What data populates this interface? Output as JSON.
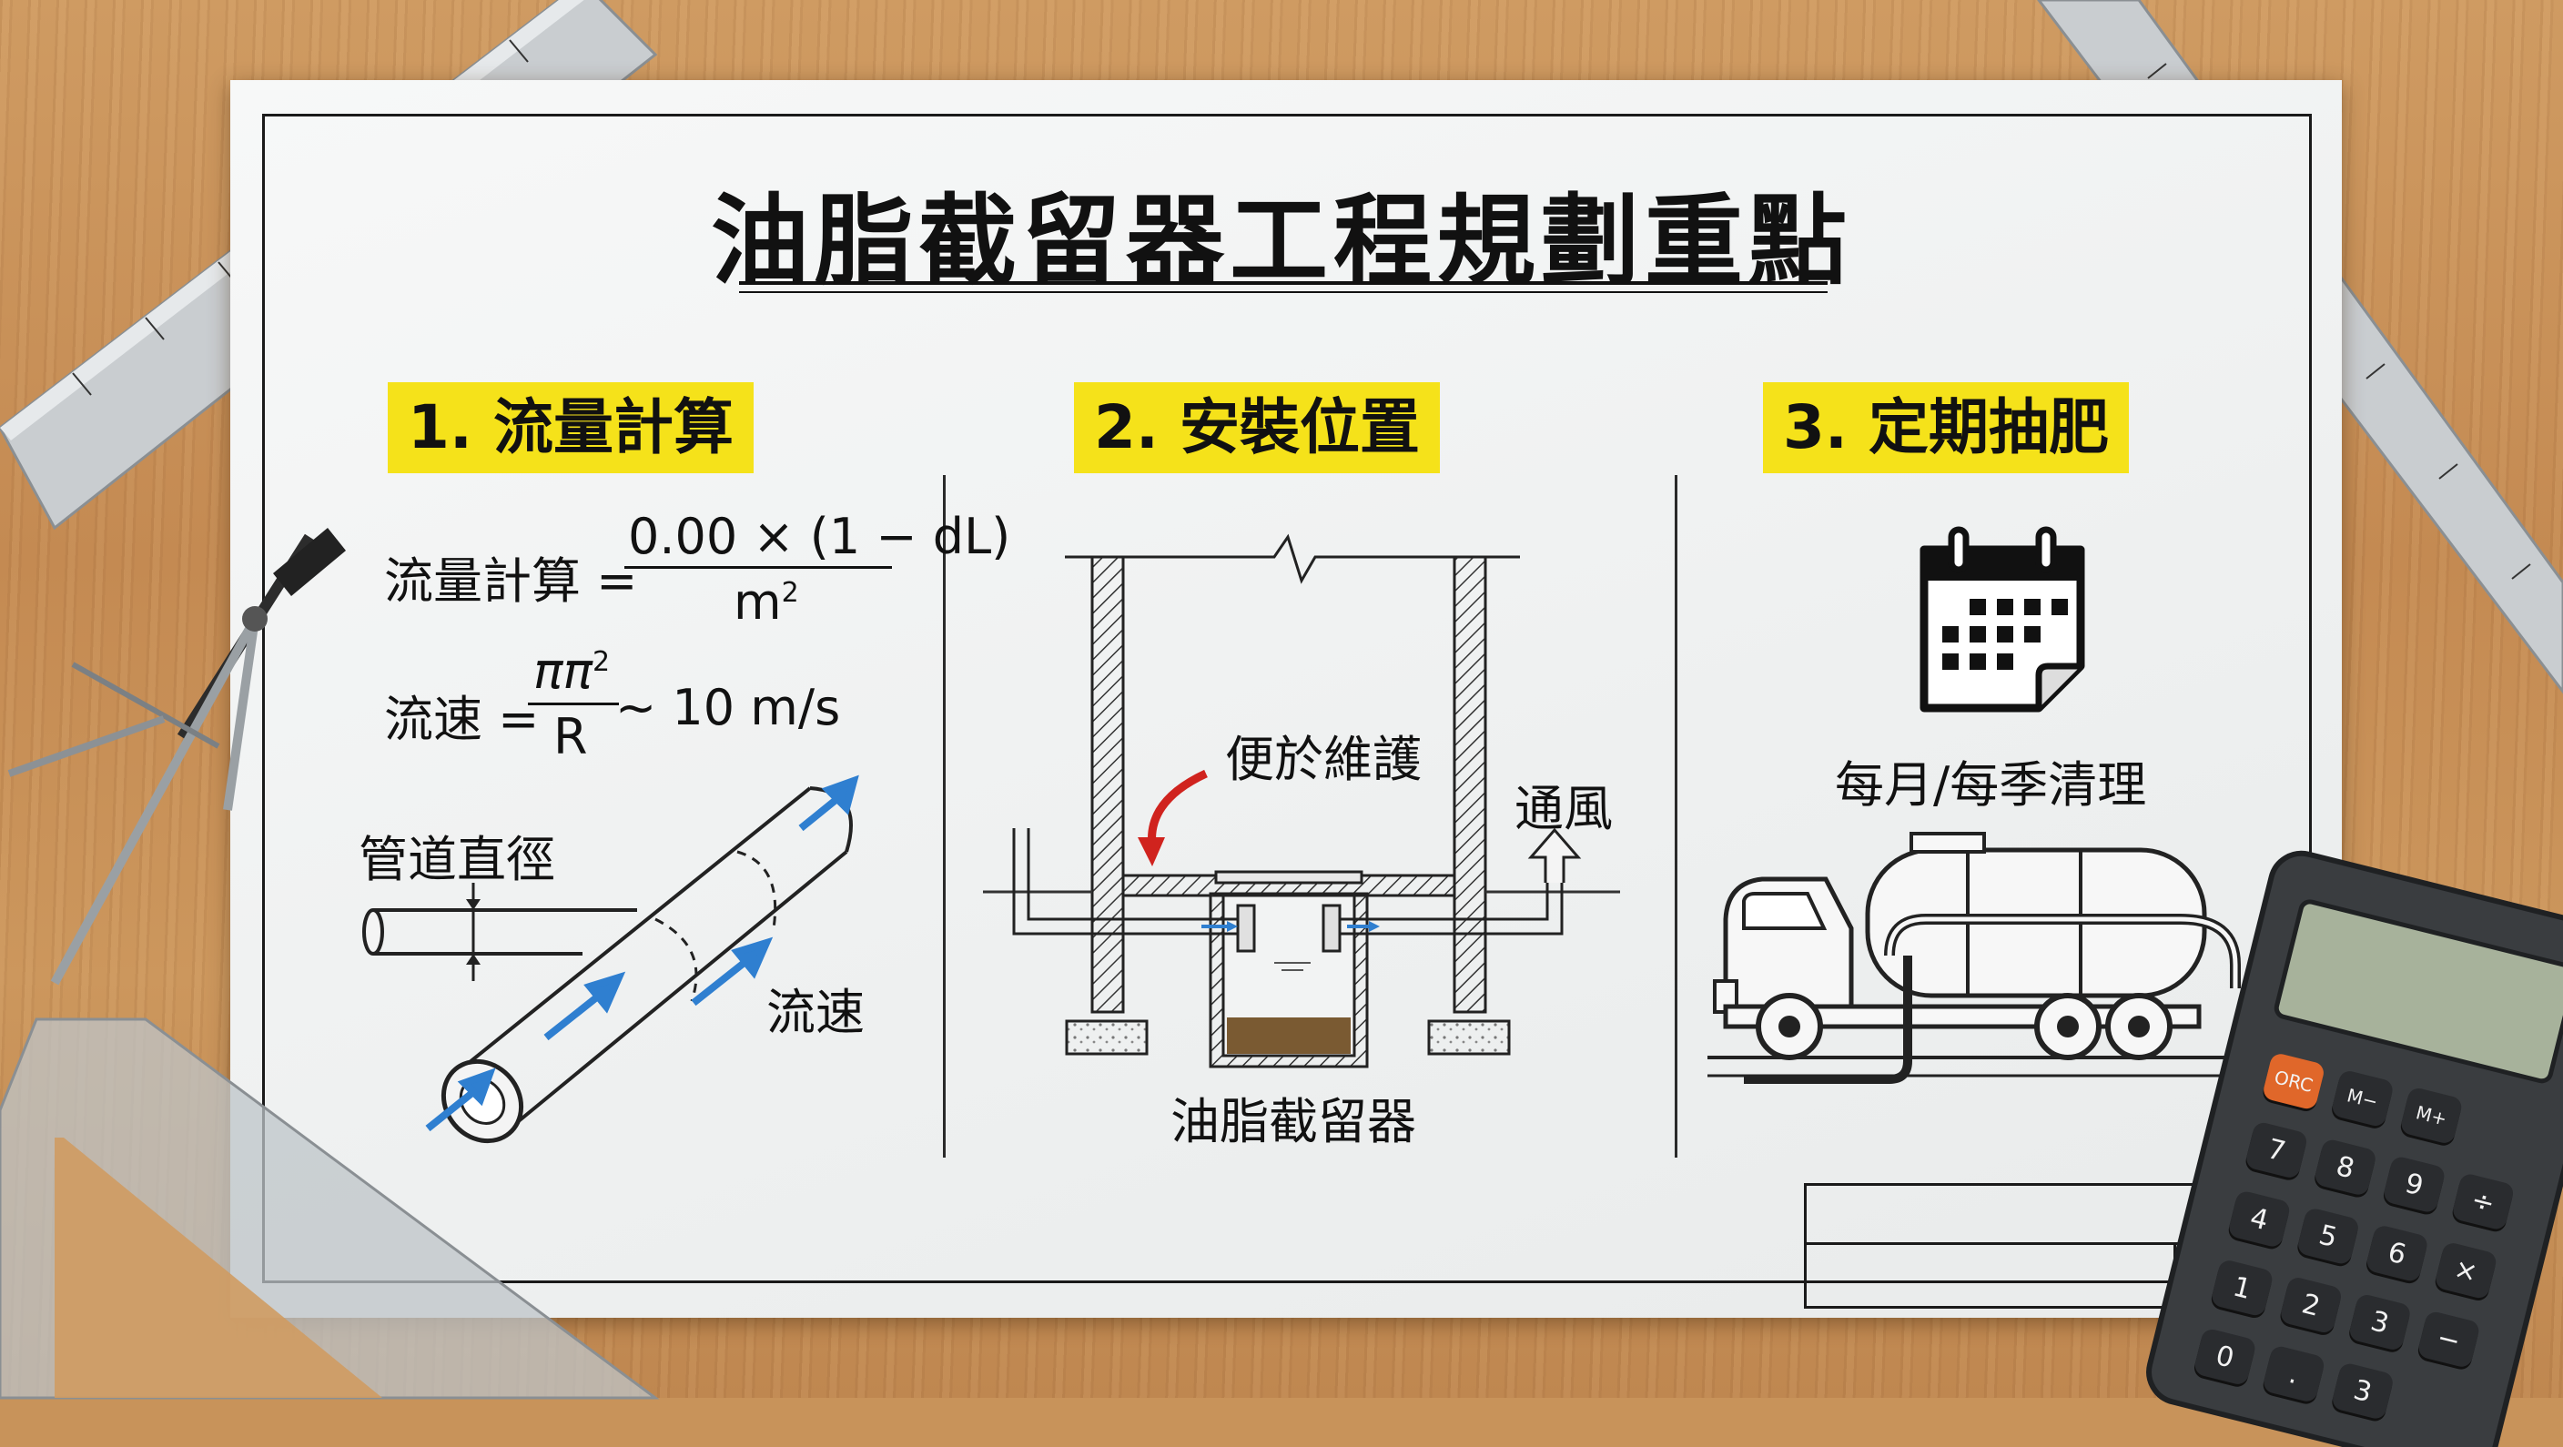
{
  "title": "油脂截留器工程規劃重點",
  "sections": [
    {
      "label": "1. 流量計算"
    },
    {
      "label": "2. 安裝位置"
    },
    {
      "label": "3. 定期抽肥"
    }
  ],
  "flow": {
    "eq1_lhs": "流量計算 =",
    "eq1_num": "0.00 × (1 − dL)",
    "eq1_den": "m",
    "eq1_den_sup": "2",
    "eq2_lhs": "流速 =",
    "eq2_num": "ππ",
    "eq2_num_sup": "2",
    "eq2_den": "R",
    "eq2_rhs": "~ 10 m/s",
    "pipe_diameter_label": "管道直徑",
    "velocity_label": "流速"
  },
  "install": {
    "maintenance_label": "便於維護",
    "vent_label": "通風",
    "device_label": "油脂截留器"
  },
  "pump": {
    "schedule_label": "每月/每季清理"
  },
  "calculator": {
    "keys": [
      "ORC",
      "M−",
      "M+",
      "7",
      "8",
      "9",
      "÷",
      "4",
      "5",
      "6",
      "×",
      "1",
      "2",
      "3",
      "−",
      "0",
      ".",
      "3"
    ]
  },
  "colors": {
    "highlight": "#f5e21a",
    "arrow_blue": "#2f7fd0",
    "arrow_red": "#d0231e",
    "grease": "#7a5a32"
  }
}
